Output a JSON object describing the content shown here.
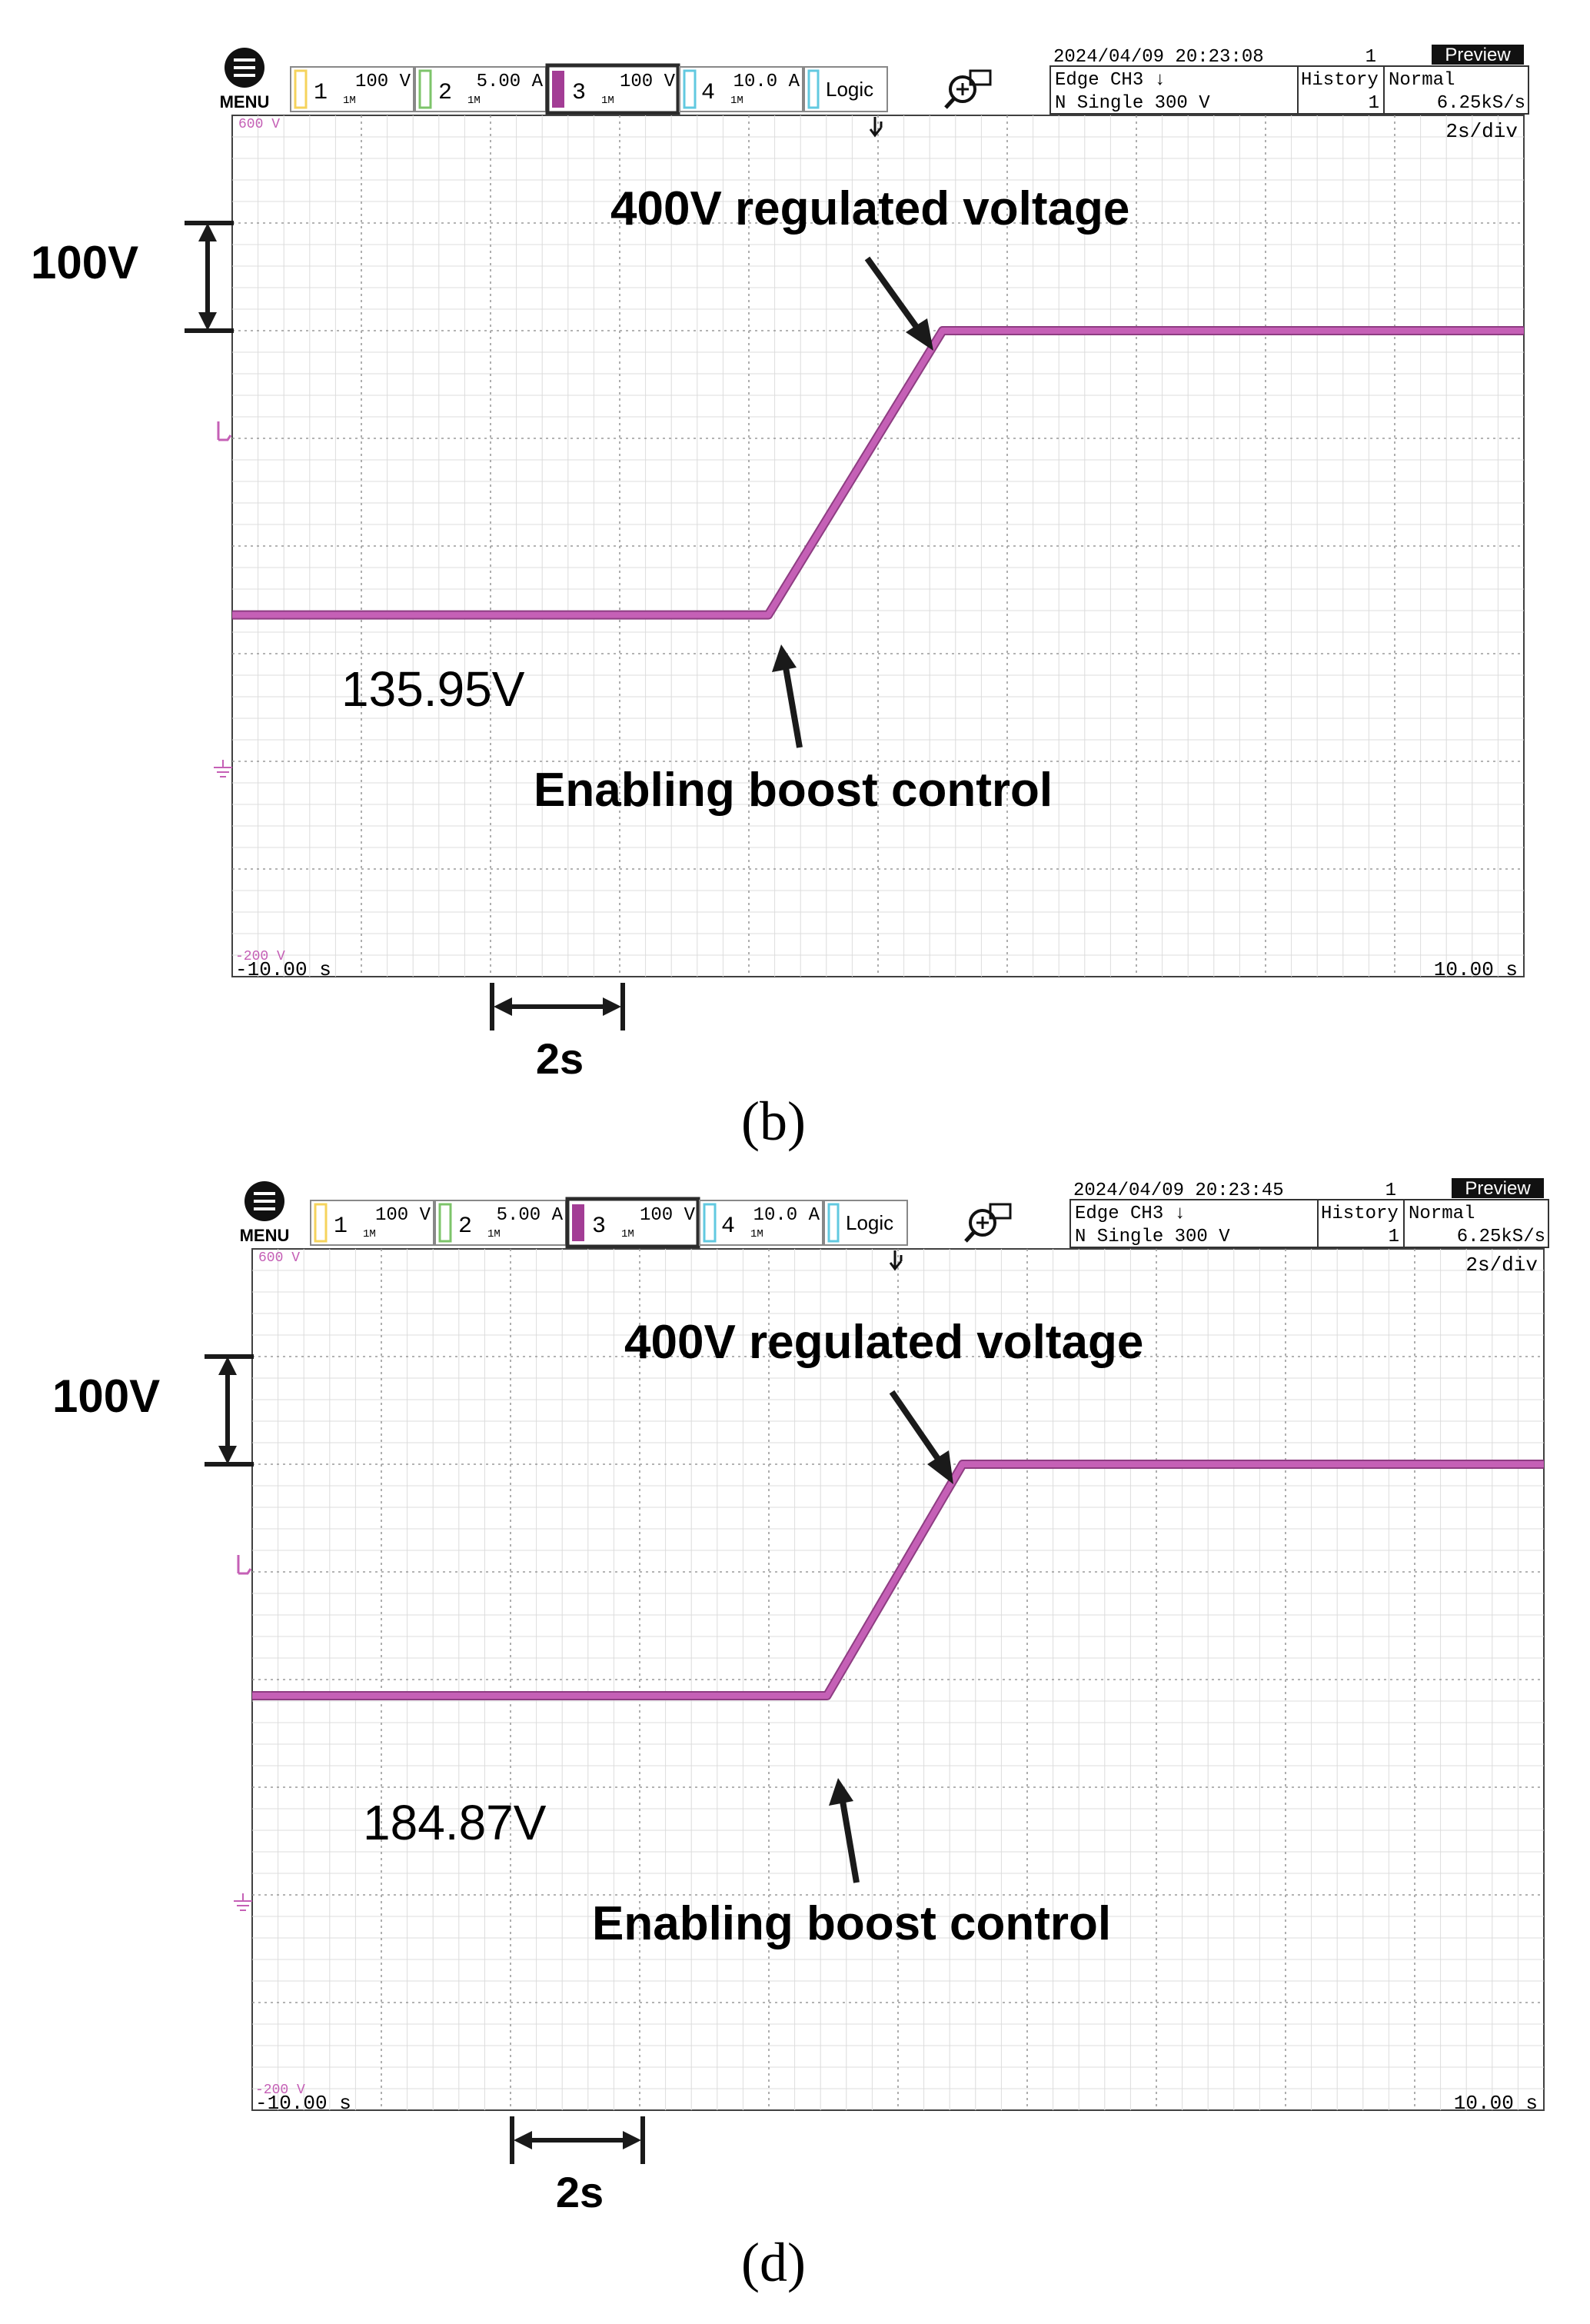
{
  "colors": {
    "trace": "#c560b6",
    "trace_dark": "#8e3d82",
    "grid": "#9a9a9a",
    "frame": "#404040",
    "ch1": "#f5d35c",
    "ch2": "#7dc46a",
    "ch3": "#a33d95",
    "ch4": "#62c9e0",
    "logic": "#62c9e0",
    "annotation": "#1a1a1a"
  },
  "icons": {
    "menu": "menu-icon",
    "zoom": "zoom-icon",
    "trigger_marker": "trigger-position-icon",
    "trigger_level": "trigger-level-icon",
    "ground": "ground-icon"
  },
  "panels": [
    {
      "panel_label": "(b)",
      "toolbar": {
        "menu_label": "MENU",
        "channels": [
          {
            "num": "1",
            "scale": "100 V"
          },
          {
            "num": "2",
            "scale": "5.00 A"
          },
          {
            "num": "3",
            "scale": "100 V"
          },
          {
            "num": "4",
            "scale": "10.0 A"
          }
        ],
        "logic_label": "Logic",
        "datetime": "2024/04/09 20:23:08",
        "count": "1",
        "preview": "Preview",
        "trigger_line1": "Edge CH3 ↓",
        "trigger_line2": "N Single 300 V",
        "history_label": "History",
        "history_value": "1",
        "mode": "Normal",
        "sample_rate": "6.25kS/s"
      },
      "screen": {
        "top_label": "600 V",
        "bottom_label": "-200 V",
        "timebase": "2s/div",
        "x_left": "-10.00 s",
        "x_right": "10.00 s"
      },
      "annotations": {
        "vscale": "100V",
        "hscale": "2s",
        "regulated": "400V regulated voltage",
        "initial": "135.95V",
        "enable": "Enabling boost control"
      }
    },
    {
      "panel_label": "(d)",
      "toolbar": {
        "menu_label": "MENU",
        "channels": [
          {
            "num": "1",
            "scale": "100 V"
          },
          {
            "num": "2",
            "scale": "5.00 A"
          },
          {
            "num": "3",
            "scale": "100 V"
          },
          {
            "num": "4",
            "scale": "10.0 A"
          }
        ],
        "logic_label": "Logic",
        "datetime": "2024/04/09 20:23:45",
        "count": "1",
        "preview": "Preview",
        "trigger_line1": "Edge CH3 ↓",
        "trigger_line2": "N Single 300 V",
        "history_label": "History",
        "history_value": "1",
        "mode": "Normal",
        "sample_rate": "6.25kS/s"
      },
      "screen": {
        "top_label": "600 V",
        "bottom_label": "-200 V",
        "timebase": "2s/div",
        "x_left": "-10.00 s",
        "x_right": "10.00 s"
      },
      "annotations": {
        "vscale": "100V",
        "hscale": "2s",
        "regulated": "400V regulated voltage",
        "initial": "184.87V",
        "enable": "Enabling boost control"
      }
    }
  ],
  "chart_data": [
    {
      "type": "line",
      "xlim": [
        -10,
        10
      ],
      "ylim": [
        -200,
        600
      ],
      "grid": true,
      "series": [
        {
          "x": [
            -10,
            -1.7,
            1.0,
            10
          ],
          "y": [
            136,
            136,
            400,
            400
          ]
        }
      ]
    },
    {
      "type": "line",
      "xlim": [
        -10,
        10
      ],
      "ylim": [
        -200,
        600
      ],
      "grid": true,
      "series": [
        {
          "x": [
            -10,
            -1.1,
            1.0,
            10
          ],
          "y": [
            185,
            185,
            400,
            400
          ]
        }
      ]
    }
  ]
}
